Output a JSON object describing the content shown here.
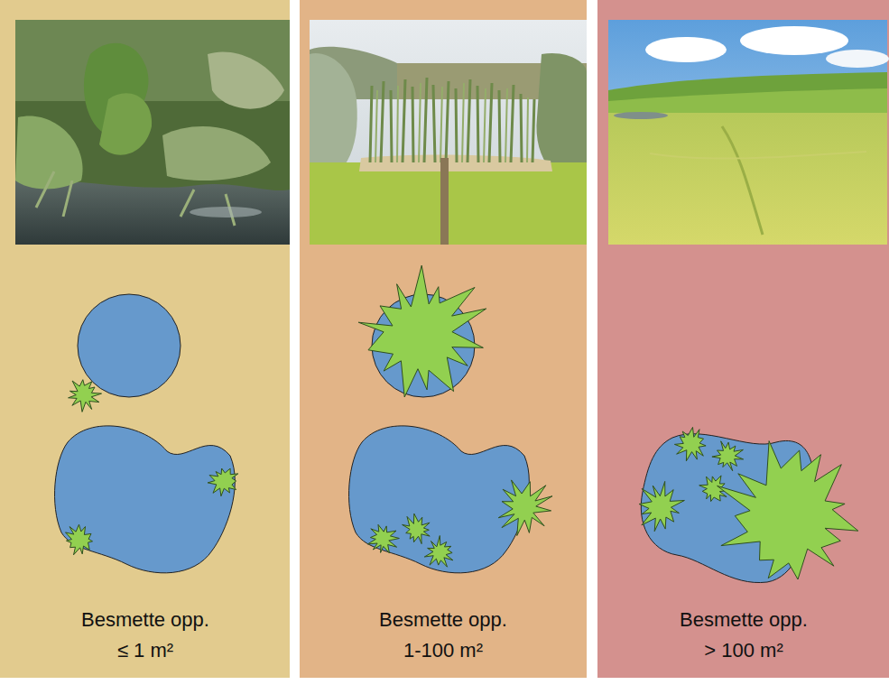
{
  "diagram": {
    "nodes": [
      {
        "text": [
          "Besmette opp. ≤ 1 m²"
        ]
      },
      {
        "text": [
          "Besmette opp. 1-100 m²"
        ]
      },
      {
        "text": [
          "Besmette opp. > 100 m²"
        ]
      }
    ]
  }
}
